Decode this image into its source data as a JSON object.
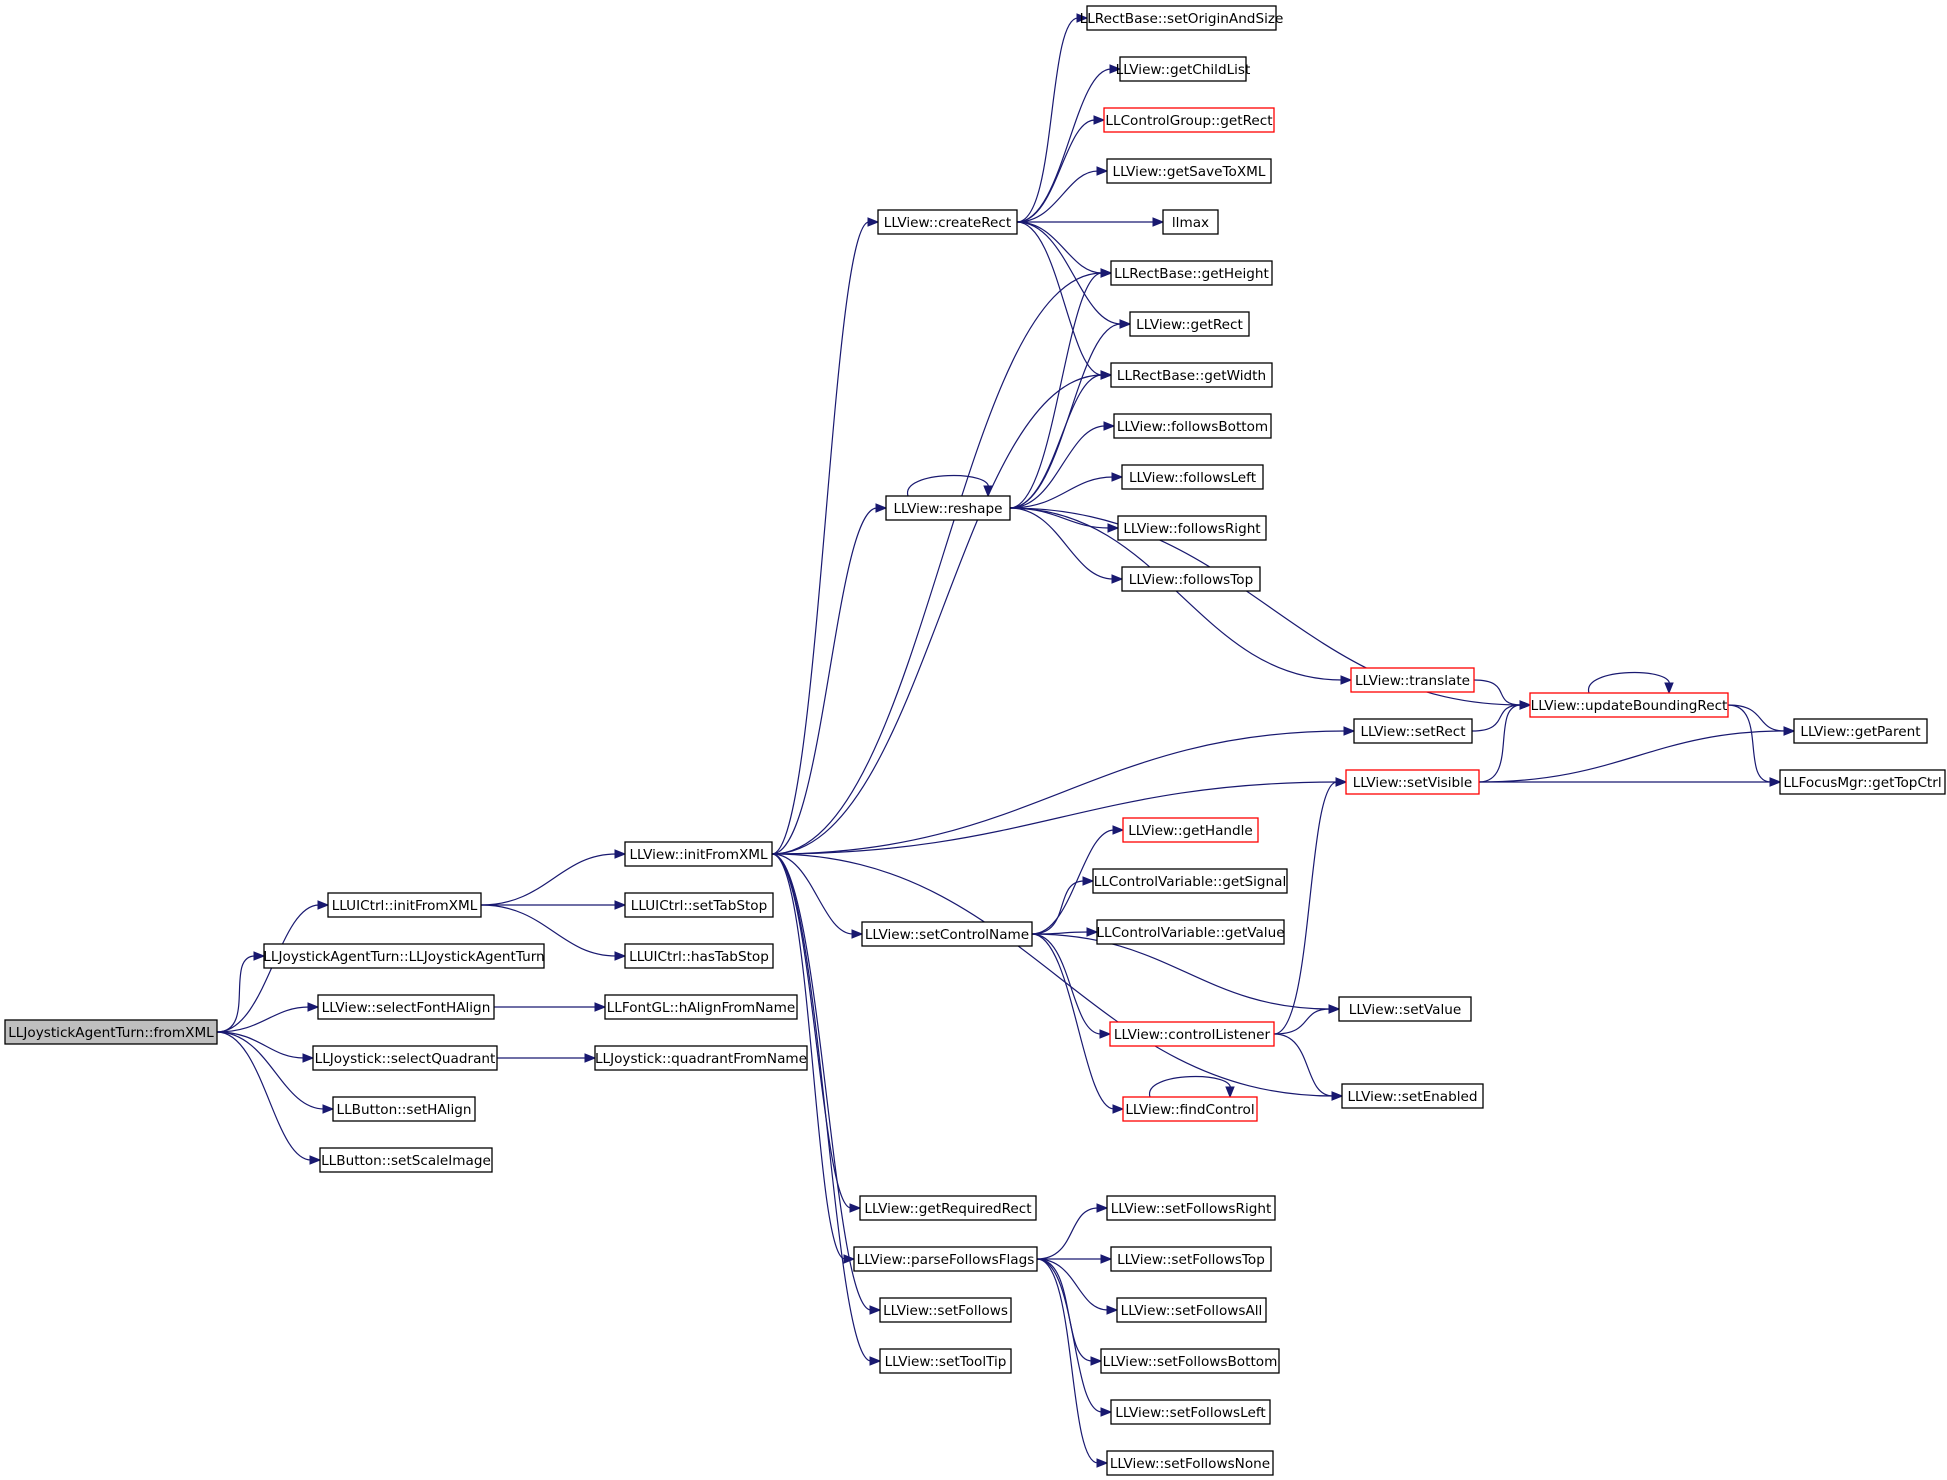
{
  "nodes": [
    {
      "id": "fromXML",
      "label": "LLJoystickAgentTurn::fromXML",
      "style": "root"
    },
    {
      "id": "uiInit",
      "label": "LLUICtrl::initFromXML"
    },
    {
      "id": "ctor",
      "label": "LLJoystickAgentTurn::LLJoystickAgentTurn"
    },
    {
      "id": "selFont",
      "label": "LLView::selectFontHAlign"
    },
    {
      "id": "selQuad",
      "label": "LLJoystick::selectQuadrant"
    },
    {
      "id": "setHAlign",
      "label": "LLButton::setHAlign"
    },
    {
      "id": "setScale",
      "label": "LLButton::setScaleImage"
    },
    {
      "id": "viewInit",
      "label": "LLView::initFromXML"
    },
    {
      "id": "setTabStop",
      "label": "LLUICtrl::setTabStop"
    },
    {
      "id": "hasTabStop",
      "label": "LLUICtrl::hasTabStop"
    },
    {
      "id": "hAlignName",
      "label": "LLFontGL::hAlignFromName"
    },
    {
      "id": "quadName",
      "label": "LLJoystick::quadrantFromName"
    },
    {
      "id": "createRect",
      "label": "LLView::createRect"
    },
    {
      "id": "reshape",
      "label": "LLView::reshape"
    },
    {
      "id": "setCtrlName",
      "label": "LLView::setControlName"
    },
    {
      "id": "getReqRect",
      "label": "LLView::getRequiredRect"
    },
    {
      "id": "parseFollows",
      "label": "LLView::parseFollowsFlags"
    },
    {
      "id": "setFollows",
      "label": "LLView::setFollows"
    },
    {
      "id": "setToolTip",
      "label": "LLView::setToolTip"
    },
    {
      "id": "setOrigin",
      "label": "LLRectBase::setOriginAndSize"
    },
    {
      "id": "getChildList",
      "label": "LLView::getChildList"
    },
    {
      "id": "cgGetRect",
      "label": "LLControlGroup::getRect",
      "style": "red"
    },
    {
      "id": "getSaveToXML",
      "label": "LLView::getSaveToXML"
    },
    {
      "id": "llmax",
      "label": "llmax"
    },
    {
      "id": "getHeight",
      "label": "LLRectBase::getHeight"
    },
    {
      "id": "getRect",
      "label": "LLView::getRect"
    },
    {
      "id": "getWidth",
      "label": "LLRectBase::getWidth"
    },
    {
      "id": "followsBottom",
      "label": "LLView::followsBottom"
    },
    {
      "id": "followsLeft",
      "label": "LLView::followsLeft"
    },
    {
      "id": "followsRight",
      "label": "LLView::followsRight"
    },
    {
      "id": "followsTop",
      "label": "LLView::followsTop"
    },
    {
      "id": "translate",
      "label": "LLView::translate",
      "style": "red"
    },
    {
      "id": "setRect",
      "label": "LLView::setRect"
    },
    {
      "id": "setVisible",
      "label": "LLView::setVisible",
      "style": "red"
    },
    {
      "id": "updateBR",
      "label": "LLView::updateBoundingRect",
      "style": "red"
    },
    {
      "id": "getParent",
      "label": "LLView::getParent"
    },
    {
      "id": "getTopCtrl",
      "label": "LLFocusMgr::getTopCtrl"
    },
    {
      "id": "getHandle",
      "label": "LLView::getHandle",
      "style": "red"
    },
    {
      "id": "getSignal",
      "label": "LLControlVariable::getSignal"
    },
    {
      "id": "getValue",
      "label": "LLControlVariable::getValue"
    },
    {
      "id": "ctrlListener",
      "label": "LLView::controlListener",
      "style": "red"
    },
    {
      "id": "setValue",
      "label": "LLView::setValue"
    },
    {
      "id": "findControl",
      "label": "LLView::findControl",
      "style": "red"
    },
    {
      "id": "setEnabled",
      "label": "LLView::setEnabled"
    },
    {
      "id": "setFollowsRight",
      "label": "LLView::setFollowsRight"
    },
    {
      "id": "setFollowsTop",
      "label": "LLView::setFollowsTop"
    },
    {
      "id": "setFollowsAll",
      "label": "LLView::setFollowsAll"
    },
    {
      "id": "setFollowsBottom",
      "label": "LLView::setFollowsBottom"
    },
    {
      "id": "setFollowsLeft",
      "label": "LLView::setFollowsLeft"
    },
    {
      "id": "setFollowsNone",
      "label": "LLView::setFollowsNone"
    }
  ],
  "edges": [
    [
      "fromXML",
      "uiInit"
    ],
    [
      "fromXML",
      "ctor"
    ],
    [
      "fromXML",
      "selFont"
    ],
    [
      "fromXML",
      "selQuad"
    ],
    [
      "fromXML",
      "setHAlign"
    ],
    [
      "fromXML",
      "setScale"
    ],
    [
      "uiInit",
      "viewInit"
    ],
    [
      "uiInit",
      "setTabStop"
    ],
    [
      "uiInit",
      "hasTabStop"
    ],
    [
      "selFont",
      "hAlignName"
    ],
    [
      "selQuad",
      "quadName"
    ],
    [
      "viewInit",
      "createRect"
    ],
    [
      "viewInit",
      "getHeight"
    ],
    [
      "viewInit",
      "getWidth"
    ],
    [
      "viewInit",
      "reshape"
    ],
    [
      "viewInit",
      "setRect"
    ],
    [
      "viewInit",
      "setVisible"
    ],
    [
      "viewInit",
      "setCtrlName"
    ],
    [
      "viewInit",
      "setEnabled"
    ],
    [
      "viewInit",
      "getReqRect"
    ],
    [
      "viewInit",
      "parseFollows"
    ],
    [
      "viewInit",
      "setFollows"
    ],
    [
      "viewInit",
      "setToolTip"
    ],
    [
      "createRect",
      "setOrigin"
    ],
    [
      "createRect",
      "getChildList"
    ],
    [
      "createRect",
      "cgGetRect"
    ],
    [
      "createRect",
      "getSaveToXML"
    ],
    [
      "createRect",
      "llmax"
    ],
    [
      "createRect",
      "getHeight"
    ],
    [
      "createRect",
      "getRect"
    ],
    [
      "createRect",
      "getWidth"
    ],
    [
      "reshape",
      "reshape"
    ],
    [
      "reshape",
      "getHeight"
    ],
    [
      "reshape",
      "getRect"
    ],
    [
      "reshape",
      "getWidth"
    ],
    [
      "reshape",
      "followsBottom"
    ],
    [
      "reshape",
      "followsLeft"
    ],
    [
      "reshape",
      "followsRight"
    ],
    [
      "reshape",
      "followsTop"
    ],
    [
      "reshape",
      "translate"
    ],
    [
      "reshape",
      "updateBR"
    ],
    [
      "translate",
      "updateBR"
    ],
    [
      "setRect",
      "updateBR"
    ],
    [
      "updateBR",
      "updateBR"
    ],
    [
      "updateBR",
      "getParent"
    ],
    [
      "updateBR",
      "getTopCtrl"
    ],
    [
      "setVisible",
      "updateBR"
    ],
    [
      "setVisible",
      "getParent"
    ],
    [
      "setVisible",
      "getTopCtrl"
    ],
    [
      "setCtrlName",
      "getHandle"
    ],
    [
      "setCtrlName",
      "getSignal"
    ],
    [
      "setCtrlName",
      "getValue"
    ],
    [
      "setCtrlName",
      "setValue"
    ],
    [
      "setCtrlName",
      "ctrlListener"
    ],
    [
      "setCtrlName",
      "findControl"
    ],
    [
      "ctrlListener",
      "setVisible"
    ],
    [
      "ctrlListener",
      "setValue"
    ],
    [
      "ctrlListener",
      "setEnabled"
    ],
    [
      "findControl",
      "findControl"
    ],
    [
      "parseFollows",
      "setFollowsRight"
    ],
    [
      "parseFollows",
      "setFollowsTop"
    ],
    [
      "parseFollows",
      "setFollowsAll"
    ],
    [
      "parseFollows",
      "setFollowsBottom"
    ],
    [
      "parseFollows",
      "setFollowsLeft"
    ],
    [
      "parseFollows",
      "setFollowsNone"
    ]
  ]
}
